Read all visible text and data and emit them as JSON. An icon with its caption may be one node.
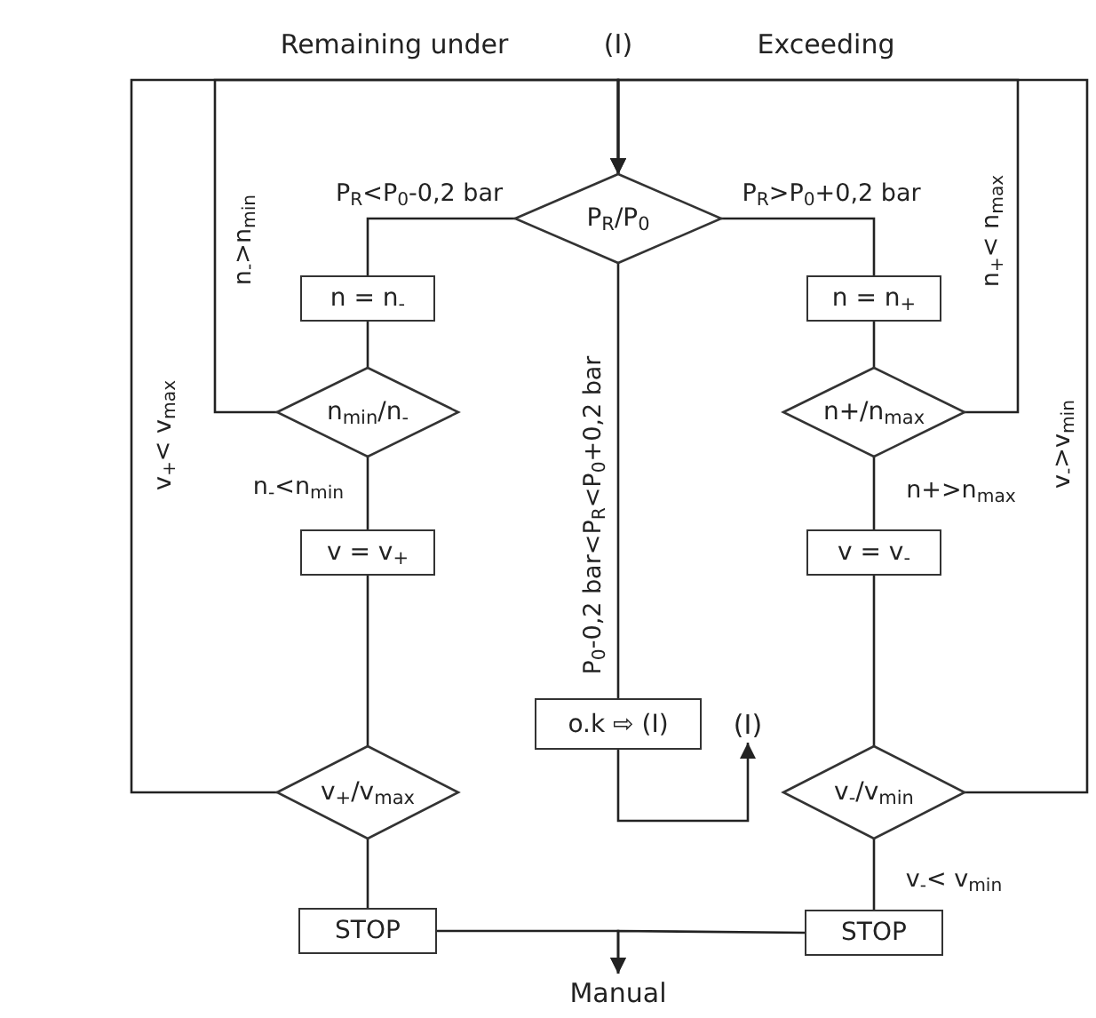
{
  "diagram": {
    "nodes": [
      {
        "text": [
          "P$_{R}$/P$_{0}$"
        ]
      },
      {
        "text": [
          "n = n$_{-}$"
        ]
      },
      {
        "text": [
          "n$_{min}$/n$_{-}$"
        ]
      },
      {
        "text": [
          "v = v$_{+}$"
        ]
      },
      {
        "text": [
          "v$_{+}$/v$_{max}$"
        ]
      },
      {
        "text": [
          "STOP"
        ]
      },
      {
        "text": [
          "o.k ⇨ (I)"
        ]
      },
      {
        "text": [
          "n = n$_{+}$"
        ]
      },
      {
        "text": [
          "n+/n$_{max}$"
        ]
      },
      {
        "text": [
          "v = v$_{-}$"
        ]
      },
      {
        "text": [
          "v$_{-}$/v$_{min}$"
        ]
      },
      {
        "text": [
          "STOP"
        ]
      },
      {
        "text": [
          "Manual"
        ]
      },
      {
        "text": [
          "(I)"
        ]
      }
    ],
    "edges": [
      {
        "from": 0,
        "to": 1,
        "arrow": "none",
        "label": "P$_{R}$<P$_{0}$-0,2 bar"
      },
      {
        "from": 1,
        "to": 2,
        "arrow": "none"
      },
      {
        "from": 2,
        "to": 3,
        "arrow": "none",
        "label": "n$_{-}$<n$_{min}$"
      },
      {
        "from": 3,
        "to": 4,
        "arrow": "none"
      },
      {
        "from": 4,
        "to": 5,
        "arrow": "none"
      },
      {
        "from": 2,
        "to": 0,
        "arrow": "to",
        "label": "n$_{-}$>n$_{min}$"
      },
      {
        "from": 4,
        "to": 0,
        "arrow": "to",
        "label": "v$_{+}$< v$_{max}$"
      },
      {
        "from": 0,
        "to": 6,
        "arrow": "none",
        "label": "P$_{0}$-0,2 bar<P$_{R}$<P$_{0}$+0,2 bar"
      },
      {
        "from": 6,
        "to": 13,
        "arrow": "to"
      },
      {
        "from": 0,
        "to": 7,
        "arrow": "none",
        "label": "P$_{R}$>P$_{0}$+0,2 bar"
      },
      {
        "from": 7,
        "to": 8,
        "arrow": "none"
      },
      {
        "from": 8,
        "to": 9,
        "arrow": "none",
        "label": "n+>n$_{max}$"
      },
      {
        "from": 9,
        "to": 10,
        "arrow": "none"
      },
      {
        "from": 10,
        "to": 11,
        "arrow": "none",
        "label": "v$_{-}$< v$_{min}$"
      },
      {
        "from": 8,
        "to": 0,
        "arrow": "to",
        "label": "n$_{+}$< n$_{max}$"
      },
      {
        "from": 10,
        "to": 0,
        "arrow": "to",
        "label": "v$_{-}$>v$_{min}$"
      },
      {
        "from": 5,
        "to": 12,
        "arrow": "to"
      },
      {
        "from": 11,
        "to": 12,
        "arrow": "to"
      }
    ],
    "labels": [
      "Remaining under",
      "(I)",
      "Exceeding"
    ]
  }
}
